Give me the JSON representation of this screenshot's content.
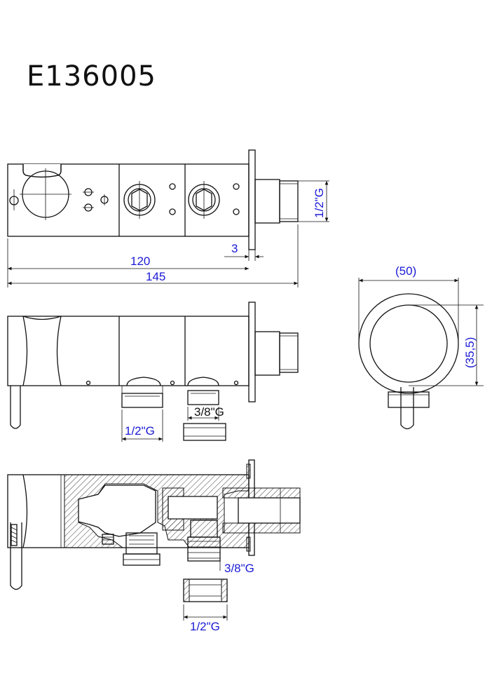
{
  "title": "E136005",
  "dimensions": {
    "top_thread": "1/2\"G",
    "flange_thickness": "3",
    "body_length": "120",
    "overall_length": "145",
    "circle_diameter": "(50)",
    "circle_height": "(35,5)",
    "front_outlet_small": "3/8\"G",
    "front_outlet_large": "1/2\"G",
    "section_outlet_small": "3/8\"G",
    "section_outlet_large": "1/2\"G"
  },
  "colors": {
    "dimension_text": "#1a1ad6",
    "lines": "#111111"
  }
}
